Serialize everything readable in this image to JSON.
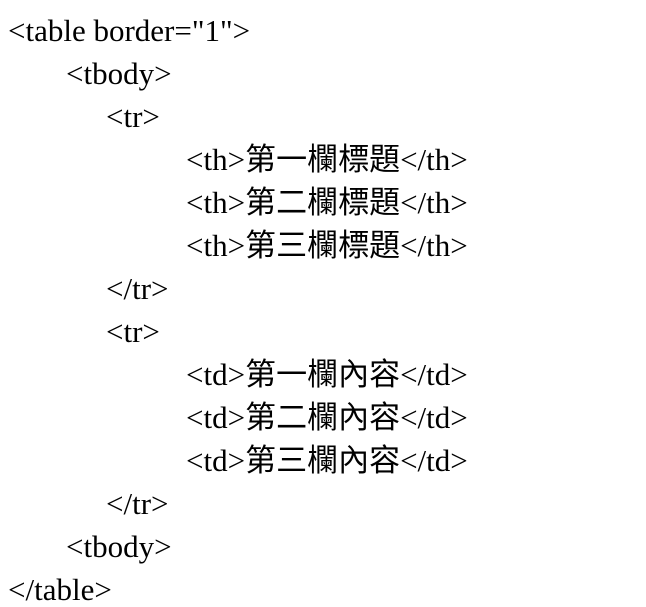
{
  "page": {
    "background_color": "#ffffff",
    "text_color": "#000000"
  },
  "code": {
    "language": "html-source",
    "lines": [
      {
        "indent": 0,
        "text": "<table border=\"1\">"
      },
      {
        "indent": 1,
        "text": "<tbody>"
      },
      {
        "indent": 2,
        "text": "<tr>"
      },
      {
        "indent": 3,
        "text": "<th>第一欄標題</th>"
      },
      {
        "indent": 3,
        "text": "<th>第二欄標題</th>"
      },
      {
        "indent": 3,
        "text": "<th>第三欄標題</th>"
      },
      {
        "indent": 2,
        "text": "</tr>"
      },
      {
        "indent": 2,
        "text": "<tr>"
      },
      {
        "indent": 3,
        "text": "<td>第一欄內容</td>"
      },
      {
        "indent": 3,
        "text": "<td>第二欄內容</td>"
      },
      {
        "indent": 3,
        "text": "<td>第三欄內容</td>"
      },
      {
        "indent": 2,
        "text": "</tr>"
      },
      {
        "indent": 1,
        "text": "<tbody>"
      },
      {
        "indent": 0,
        "text": "</table>"
      }
    ]
  }
}
